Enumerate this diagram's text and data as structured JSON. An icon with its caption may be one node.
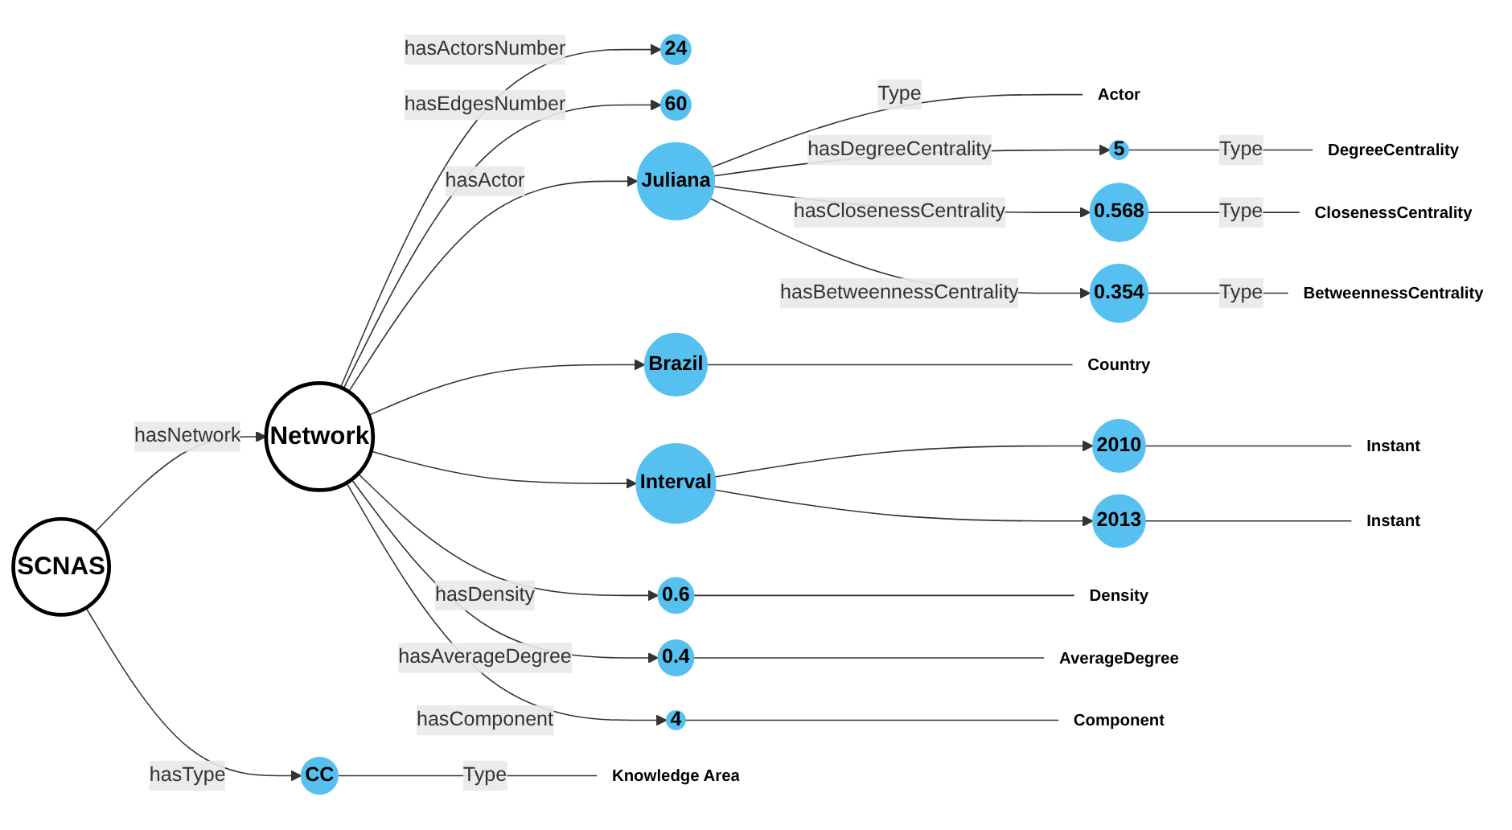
{
  "diagram": {
    "nodes": [
      {
        "text": [
          "SCNAS"
        ]
      },
      {
        "text": [
          "Network"
        ]
      },
      {
        "text": [
          "24"
        ]
      },
      {
        "text": [
          "60"
        ]
      },
      {
        "text": [
          "Actor"
        ]
      },
      {
        "text": [
          "Juliana"
        ]
      },
      {
        "text": [
          "Brazil"
        ]
      },
      {
        "text": [
          "Country"
        ]
      },
      {
        "text": [
          "CC"
        ]
      },
      {
        "text": [
          "Knowledge Area"
        ]
      },
      {
        "text": [
          "Interval"
        ]
      },
      {
        "text": [
          "2010"
        ]
      },
      {
        "text": [
          "2013"
        ]
      },
      {
        "text": [
          "Instant"
        ]
      },
      {
        "text": [
          "Instant"
        ]
      },
      {
        "text": [
          "0.6"
        ]
      },
      {
        "text": [
          "Density"
        ]
      },
      {
        "text": [
          "0.4"
        ]
      },
      {
        "text": [
          "AverageDegree"
        ]
      },
      {
        "text": [
          "4"
        ]
      },
      {
        "text": [
          "Component"
        ]
      },
      {
        "text": [
          "5"
        ]
      },
      {
        "text": [
          "DegreeCentrality"
        ]
      },
      {
        "text": [
          "0.568"
        ]
      },
      {
        "text": [
          "ClosenessCentrality"
        ]
      },
      {
        "text": [
          "0.354"
        ]
      },
      {
        "text": [
          "BetweennessCentrality"
        ]
      }
    ],
    "edges": [
      {
        "from": 0,
        "to": 1,
        "arrow": "to",
        "label": "hasNetwork"
      },
      {
        "from": 0,
        "to": 8,
        "arrow": "to",
        "label": "hasType"
      },
      {
        "from": 1,
        "to": 2,
        "arrow": "to",
        "label": "hasActorsNumber"
      },
      {
        "from": 1,
        "to": 3,
        "arrow": "to",
        "label": "hasEdgesNumber"
      },
      {
        "from": 1,
        "to": 5,
        "arrow": "to",
        "label": "hasActor"
      },
      {
        "from": 1,
        "to": 6,
        "arrow": "to"
      },
      {
        "from": 1,
        "to": 10,
        "arrow": "to"
      },
      {
        "from": 1,
        "to": 15,
        "arrow": "to",
        "label": "hasDensity"
      },
      {
        "from": 1,
        "to": 17,
        "arrow": "to",
        "label": "hasAverageDegree"
      },
      {
        "from": 1,
        "to": 19,
        "arrow": "to",
        "label": "hasComponent"
      },
      {
        "from": 5,
        "to": 4,
        "arrow": "none",
        "label": "Type"
      },
      {
        "from": 5,
        "to": 21,
        "arrow": "to",
        "label": "hasDegreeCentrality"
      },
      {
        "from": 5,
        "to": 23,
        "arrow": "to",
        "label": "hasClosenessCentrality"
      },
      {
        "from": 5,
        "to": 25,
        "arrow": "to",
        "label": "hasBetweennessCentrality"
      },
      {
        "from": 6,
        "to": 7,
        "arrow": "none"
      },
      {
        "from": 8,
        "to": 9,
        "arrow": "none",
        "label": "Type"
      },
      {
        "from": 10,
        "to": 11,
        "arrow": "to"
      },
      {
        "from": 10,
        "to": 12,
        "arrow": "to"
      },
      {
        "from": 11,
        "to": 13,
        "arrow": "none"
      },
      {
        "from": 12,
        "to": 14,
        "arrow": "none"
      },
      {
        "from": 15,
        "to": 16,
        "arrow": "none"
      },
      {
        "from": 17,
        "to": 18,
        "arrow": "none"
      },
      {
        "from": 19,
        "to": 20,
        "arrow": "none"
      },
      {
        "from": 21,
        "to": 22,
        "arrow": "none",
        "label": "Type"
      },
      {
        "from": 23,
        "to": 24,
        "arrow": "none",
        "label": "Type"
      },
      {
        "from": 25,
        "to": 26,
        "arrow": "none",
        "label": "Type"
      }
    ]
  }
}
